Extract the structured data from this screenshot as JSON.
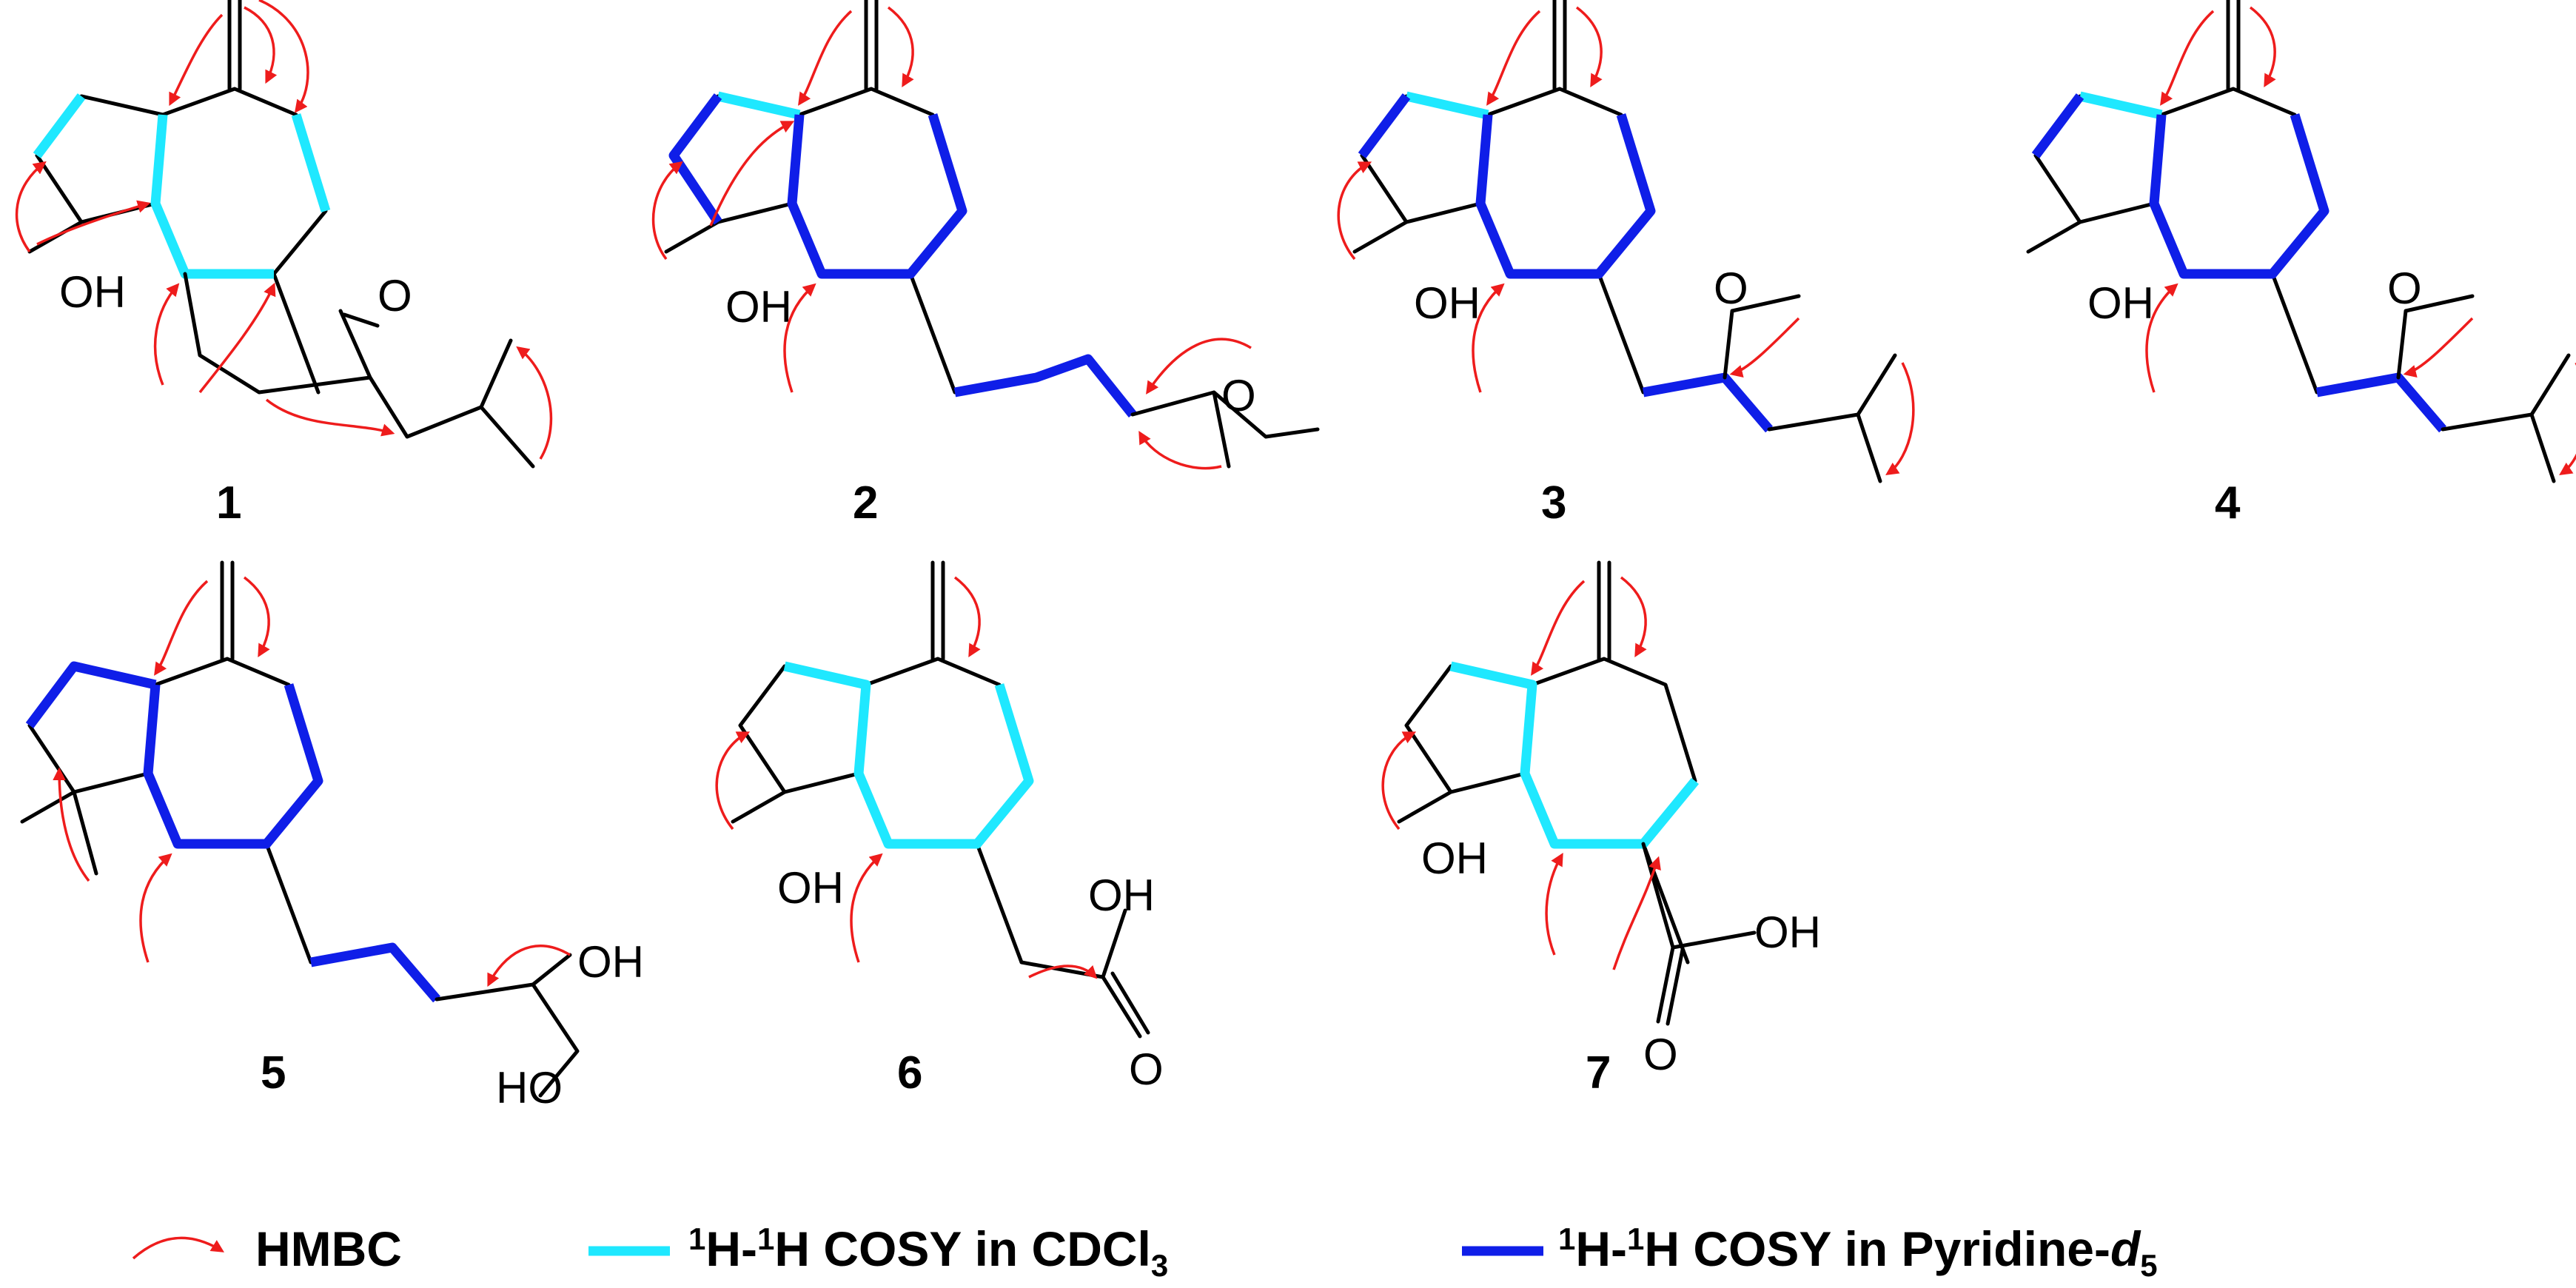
{
  "colors": {
    "hmbc": "#ee1c1c",
    "cosy_cdcl3": "#1fe8ff",
    "cosy_pyridine": "#0f1ee8",
    "bond": "#000000"
  },
  "compounds": [
    {
      "label": "1",
      "atoms": [
        "OH",
        "O"
      ]
    },
    {
      "label": "2",
      "atoms": [
        "OH",
        "O"
      ]
    },
    {
      "label": "3",
      "atoms": [
        "OH",
        "O"
      ]
    },
    {
      "label": "4",
      "atoms": [
        "OH",
        "O"
      ]
    },
    {
      "label": "5",
      "atoms": [
        "OH",
        "HO"
      ]
    },
    {
      "label": "6",
      "atoms": [
        "OH",
        "OH",
        "O"
      ]
    },
    {
      "label": "7",
      "atoms": [
        "OH",
        "OH",
        "O"
      ]
    }
  ],
  "legend": {
    "hmbc": "HMBC",
    "cosy_cdcl3": {
      "pre": "H-",
      "post": "H COSY in CDCl",
      "sub": "3",
      "sup": "1"
    },
    "cosy_pyridine": {
      "pre": "H-",
      "post": "H COSY in Pyridine-",
      "italic": "d",
      "sub": "5",
      "sup": "1"
    }
  }
}
